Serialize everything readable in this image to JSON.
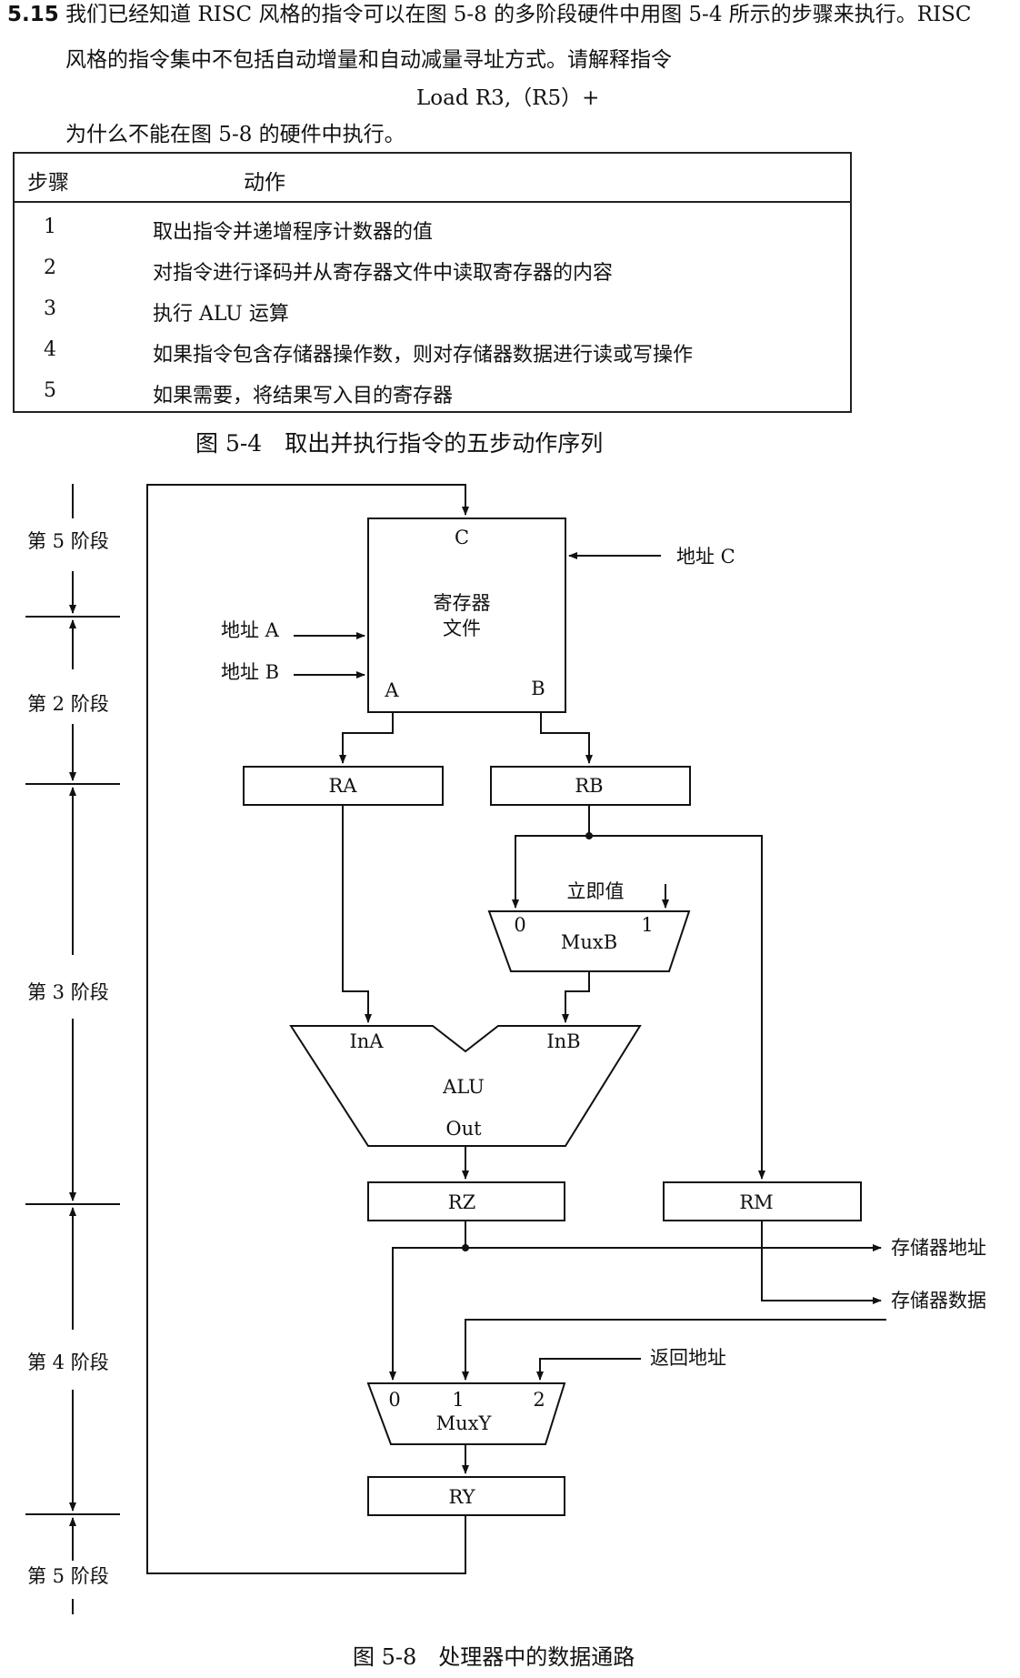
{
  "question": {
    "number": "5.15",
    "line1": "我们已经知道 RISC 风格的指令可以在图 5-8 的多阶段硬件中用图 5-4 所示的步骤来执行。RISC",
    "line2": "风格的指令集中不包括自动增量和自动减量寻址方式。请解释指令",
    "instruction": "Load R3,（R5）+",
    "line3": "为什么不能在图 5-8 的硬件中执行。"
  },
  "table": {
    "header_step": "步骤",
    "header_action": "动作",
    "rows": [
      {
        "step": "1",
        "action": "取出指令并递增程序计数器的值"
      },
      {
        "step": "2",
        "action": "对指令进行译码并从寄存器文件中读取寄存器的内容"
      },
      {
        "step": "3",
        "action": "执行 ALU 运算"
      },
      {
        "step": "4",
        "action": "如果指令包含存储器操作数，则对存储器数据进行读或写操作"
      },
      {
        "step": "5",
        "action": "如果需要，将结果写入目的寄存器"
      }
    ]
  },
  "fig54_caption": "图 5-4　取出并执行指令的五步动作序列",
  "diagram": {
    "stages": {
      "stage5_top": "第 5 阶段",
      "stage2": "第 2 阶段",
      "stage3": "第 3 阶段",
      "stage4": "第 4 阶段",
      "stage5_bottom": "第 5 阶段"
    },
    "register_file": {
      "line1": "寄存器",
      "line2": "文件",
      "port_c": "C",
      "port_a": "A",
      "port_b": "B"
    },
    "addr_a": "地址 A",
    "addr_b": "地址 B",
    "addr_c": "地址 C",
    "ra": "RA",
    "rb": "RB",
    "immediate": "立即值",
    "muxb": {
      "label": "MuxB",
      "in0": "0",
      "in1": "1"
    },
    "alu": {
      "label": "ALU",
      "ina": "InA",
      "inb": "InB",
      "out": "Out"
    },
    "rz": "RZ",
    "rm": "RM",
    "mem_addr": "存储器地址",
    "mem_data": "存储器数据",
    "return_addr": "返回地址",
    "muxy": {
      "label": "MuxY",
      "in0": "0",
      "in1": "1",
      "in2": "2"
    },
    "ry": "RY"
  },
  "fig58_caption": "图 5-8　处理器中的数据通路"
}
